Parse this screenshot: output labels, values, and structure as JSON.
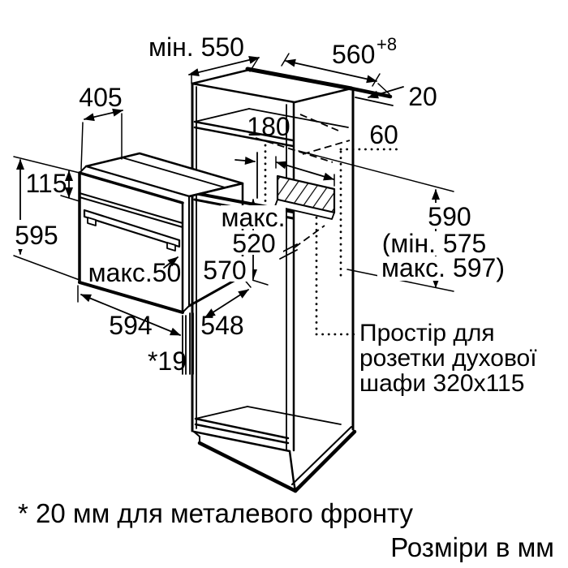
{
  "colors": {
    "line": "#000000",
    "background": "#ffffff"
  },
  "dimensions": {
    "min_550": "мін. 550",
    "w560": "560",
    "w560_sup": "+8",
    "d405": "405",
    "d180": "180",
    "d20": "20",
    "d60": "60",
    "d115": "115",
    "d595": "595",
    "maks_word": "макс.",
    "d520": "520",
    "d570": "570",
    "maks50": "макс.50",
    "d594": "594",
    "d548": "548",
    "d19": "*19",
    "d590": "590",
    "d590_min": "(мін. 575",
    "d590_max": "макс. 597)"
  },
  "socket_note": {
    "line1": "Простір для",
    "line2": "розетки духової",
    "line3": "шафи 320x115"
  },
  "footnote": "* 20 мм для металевого фронту",
  "units_note": "Розміри в мм"
}
